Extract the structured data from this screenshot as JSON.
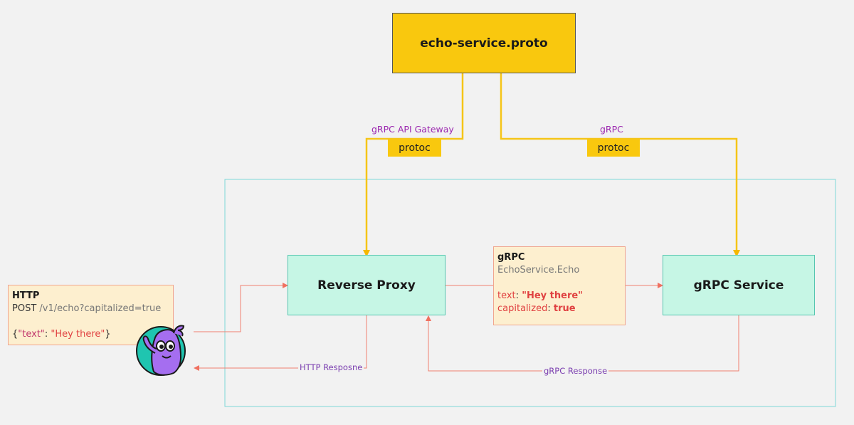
{
  "nodes": {
    "proto": "echo-service.proto",
    "reverse_proxy": "Reverse Proxy",
    "grpc_service": "gRPC Service"
  },
  "tags": {
    "protoc_left": "protoc",
    "protoc_right": "protoc"
  },
  "edges": {
    "gateway_label": "gRPC API Gateway",
    "grpc_label": "gRPC",
    "http_response": "HTTP Resposne",
    "grpc_response": "gRPC Response"
  },
  "http_note": {
    "title": "HTTP",
    "method": "POST",
    "path": "/v1/echo?capitalized=true",
    "body_open": "{",
    "body_key": "\"text\"",
    "body_sep": ": ",
    "body_value": "\"Hey there\"",
    "body_close": "}"
  },
  "grpc_note": {
    "title": "gRPC",
    "method": "EchoService.Echo",
    "field1_key": "text",
    "field1_sep": ": ",
    "field1_value": "\"Hey there\"",
    "field2_key": "capitalized",
    "field2_sep": ": ",
    "field2_value": "true"
  },
  "colors": {
    "proto_fill": "#f9c80e",
    "service_fill": "#c6f6e5",
    "note_fill": "#fdefcf",
    "flow_line": "#f08070",
    "build_line": "#f9c80e",
    "frame": "#7fd8d8"
  },
  "icons": {
    "mascot": "waving-mascot-icon"
  }
}
